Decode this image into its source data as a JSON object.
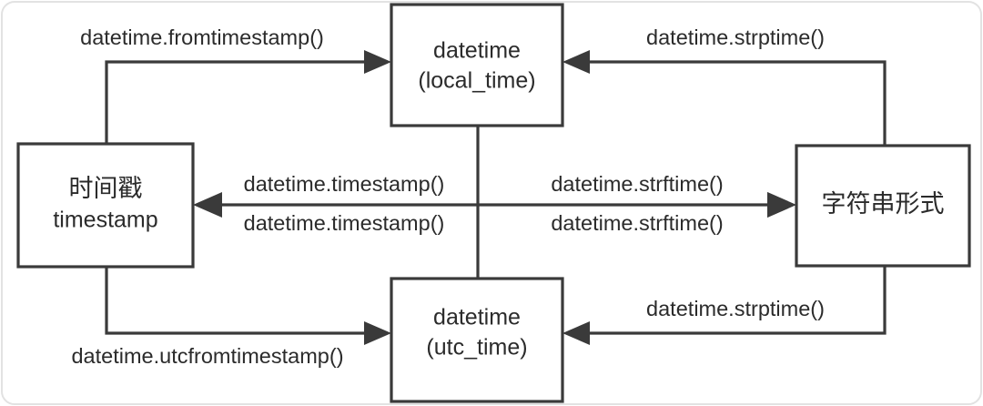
{
  "diagram": {
    "title": "Python datetime conversion diagram",
    "stroke_color": "#3a3a3a",
    "text_color": "#2b2b2b",
    "background_color": "#ffffff",
    "nodes": [
      {
        "id": "local_time",
        "line1": "datetime",
        "line2": "(local_time)"
      },
      {
        "id": "timestamp",
        "line1": "时间戳",
        "line2": "timestamp"
      },
      {
        "id": "string_form",
        "line1": "字符串形式",
        "line2": ""
      },
      {
        "id": "utc_time",
        "line1": "datetime",
        "line2": "(utc_time)"
      }
    ],
    "edges": [
      {
        "id": "timestamp-to-local",
        "label": "datetime.fromtimestamp()",
        "from": "timestamp",
        "to": "local_time"
      },
      {
        "id": "string-to-local",
        "label": "datetime.strptime()",
        "from": "string_form",
        "to": "local_time"
      },
      {
        "id": "local-to-timestamp",
        "label": "datetime.timestamp()",
        "from": "local_time",
        "to": "timestamp"
      },
      {
        "id": "utc-to-timestamp",
        "label": "datetime.timestamp()",
        "from": "utc_time",
        "to": "timestamp"
      },
      {
        "id": "local-to-string",
        "label": "datetime.strftime()",
        "from": "local_time",
        "to": "string_form"
      },
      {
        "id": "utc-to-string",
        "label": "datetime.strftime()",
        "from": "utc_time",
        "to": "string_form"
      },
      {
        "id": "timestamp-to-utc",
        "label": "datetime.utcfromtimestamp()",
        "from": "timestamp",
        "to": "utc_time"
      },
      {
        "id": "string-to-utc",
        "label": "datetime.strptime()",
        "from": "string_form",
        "to": "utc_time"
      }
    ]
  }
}
